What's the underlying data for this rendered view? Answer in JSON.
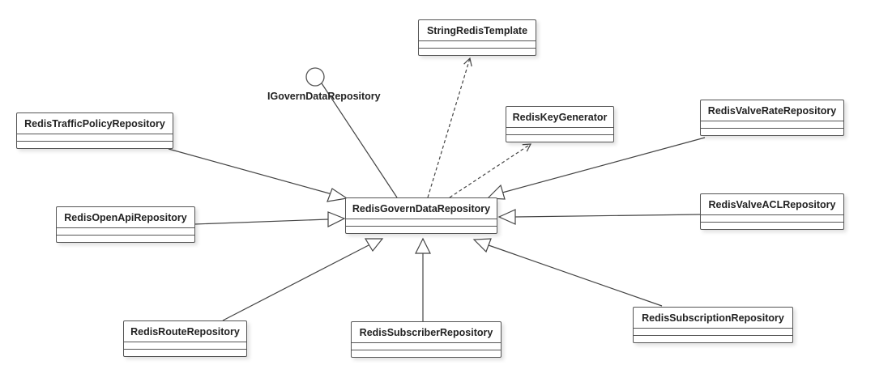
{
  "diagram": {
    "type": "UML class diagram",
    "central_class": "RedisGovernDataRepository",
    "interface": {
      "name": "IGovernDataRepository",
      "icon": "lollipop-interface-circle"
    },
    "classes": [
      {
        "id": "central",
        "name": "RedisGovernDataRepository"
      },
      {
        "id": "stringTemplate",
        "name": "StringRedisTemplate"
      },
      {
        "id": "keyGen",
        "name": "RedisKeyGenerator"
      },
      {
        "id": "traffic",
        "name": "RedisTrafficPolicyRepository"
      },
      {
        "id": "openApi",
        "name": "RedisOpenApiRepository"
      },
      {
        "id": "route",
        "name": "RedisRouteRepository"
      },
      {
        "id": "subscriber",
        "name": "RedisSubscriberRepository"
      },
      {
        "id": "subscription",
        "name": "RedisSubscriptionRepository"
      },
      {
        "id": "acl",
        "name": "RedisValveACLRepository"
      },
      {
        "id": "rate",
        "name": "RedisValveRateRepository"
      }
    ],
    "relations": [
      {
        "from": "central",
        "to": "interface",
        "kind": "realization-lollipop"
      },
      {
        "from": "central",
        "to": "stringTemplate",
        "kind": "dependency"
      },
      {
        "from": "central",
        "to": "keyGen",
        "kind": "dependency"
      },
      {
        "from": "traffic",
        "to": "central",
        "kind": "generalization"
      },
      {
        "from": "openApi",
        "to": "central",
        "kind": "generalization"
      },
      {
        "from": "route",
        "to": "central",
        "kind": "generalization"
      },
      {
        "from": "subscriber",
        "to": "central",
        "kind": "generalization"
      },
      {
        "from": "subscription",
        "to": "central",
        "kind": "generalization"
      },
      {
        "from": "acl",
        "to": "central",
        "kind": "generalization"
      },
      {
        "from": "rate",
        "to": "central",
        "kind": "generalization"
      }
    ]
  }
}
